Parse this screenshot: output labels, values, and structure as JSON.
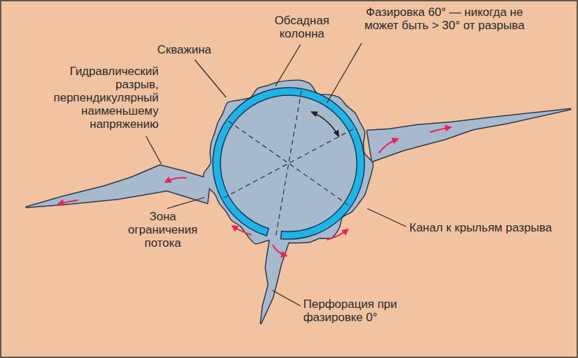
{
  "diagram": {
    "labels": [
      "Обсадная колонна",
      "Скважина",
      "Фазировка 60° — никогда не может быть > 30° от разрыва",
      "Гидравлический разрыв, перпендикулярный наименьшему напряжению",
      "Зона ограничения потока",
      "Канал к крыльям разрыва",
      "Перфорация при фазировке 0°"
    ]
  }
}
